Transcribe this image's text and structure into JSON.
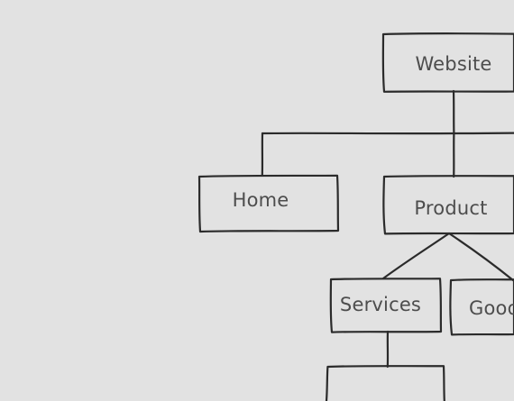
{
  "diagram": {
    "nodes": {
      "website": {
        "label": "Website"
      },
      "home": {
        "label": "Home"
      },
      "product": {
        "label": "Product"
      },
      "services": {
        "label": "Services"
      },
      "goods": {
        "label": "Goods"
      },
      "unlabeled_child": {
        "label": ""
      }
    },
    "edges": [
      {
        "from": "website",
        "to": "home"
      },
      {
        "from": "website",
        "to": "product"
      },
      {
        "from": "product",
        "to": "services"
      },
      {
        "from": "product",
        "to": "goods"
      },
      {
        "from": "services",
        "to": "unlabeled_child"
      }
    ],
    "colors": {
      "background": "#e2e2e2",
      "stroke": "#2b2b2b",
      "text": "#4d4d4d"
    }
  }
}
